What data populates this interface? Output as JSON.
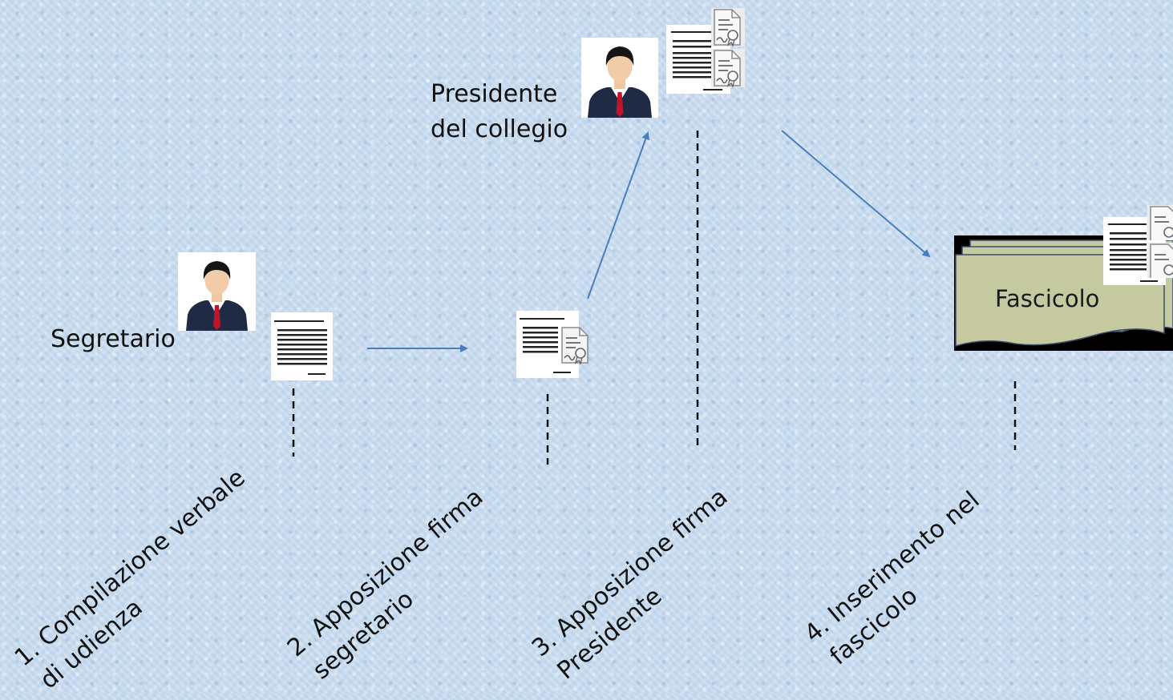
{
  "actors": {
    "segretario": "Segretario",
    "presidente_line1": "Presidente",
    "presidente_line2": "del collegio"
  },
  "fascicolo_label": "Fascicolo",
  "steps": [
    {
      "line1": "1. Compilazione verbale",
      "line2": "di udienza"
    },
    {
      "line1": "2. Apposizione firma",
      "line2": "segretario"
    },
    {
      "line1": "3. Apposizione firma",
      "line2": "Presidente"
    },
    {
      "line1": "4. Inserimento nel",
      "line2": "fascicolo"
    }
  ],
  "colors": {
    "arrow": "#4a7ebb",
    "dash": "#111111",
    "fascicolo_fill": "#c4c9a0",
    "suit": "#1f2a44",
    "tie": "#c0142b"
  },
  "icons": [
    "person-icon",
    "document-icon",
    "signed-document-icon",
    "folder-icon"
  ]
}
